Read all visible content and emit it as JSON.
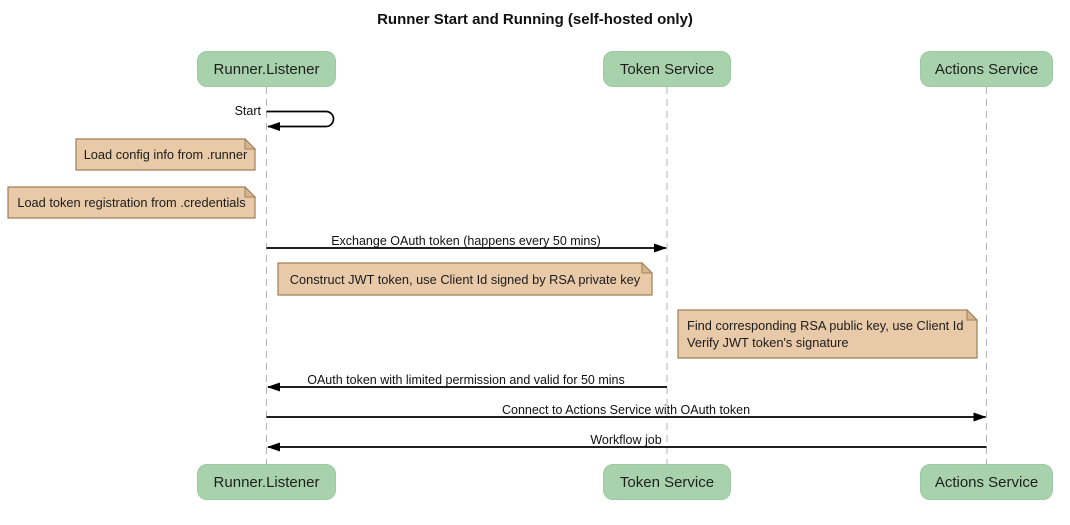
{
  "diagram": {
    "title": "Runner Start and Running (self-hosted only)",
    "participants": [
      {
        "name": "Runner.Listener"
      },
      {
        "name": "Token Service"
      },
      {
        "name": "Actions Service"
      }
    ],
    "messages": [
      {
        "label": "Start",
        "from": "Runner.Listener",
        "to": "Runner.Listener",
        "kind": "self"
      },
      {
        "label": "Exchange OAuth token (happens every 50 mins)",
        "from": "Runner.Listener",
        "to": "Token Service",
        "kind": "solid-arrow"
      },
      {
        "label": "OAuth token with limited permission and valid for 50 mins",
        "from": "Token Service",
        "to": "Runner.Listener",
        "kind": "solid-arrow"
      },
      {
        "label": "Connect to Actions Service with OAuth token",
        "from": "Runner.Listener",
        "to": "Actions Service",
        "kind": "solid-arrow"
      },
      {
        "label": "Workflow job",
        "from": "Actions Service",
        "to": "Runner.Listener",
        "kind": "solid-arrow"
      }
    ],
    "notes": [
      {
        "text": "Load config info from .runner",
        "over": "Runner.Listener"
      },
      {
        "text": "Load token registration from .credentials",
        "over": "Runner.Listener"
      },
      {
        "text": "Construct JWT token, use Client Id signed by RSA private key",
        "over": "Runner.Listener / Token Service"
      },
      {
        "line1": "Find corresponding RSA public key, use Client Id",
        "line2": "Verify JWT token's signature",
        "over": "Actions Service"
      }
    ],
    "colors": {
      "participant_fill": "#a8d2ac",
      "note_fill": "#e8c9a8",
      "note_fold": "#d6b68c",
      "note_border": "#a0805a",
      "lifeline": "#b5b5b5",
      "arrow": "#000000",
      "background": "#ffffff"
    }
  }
}
